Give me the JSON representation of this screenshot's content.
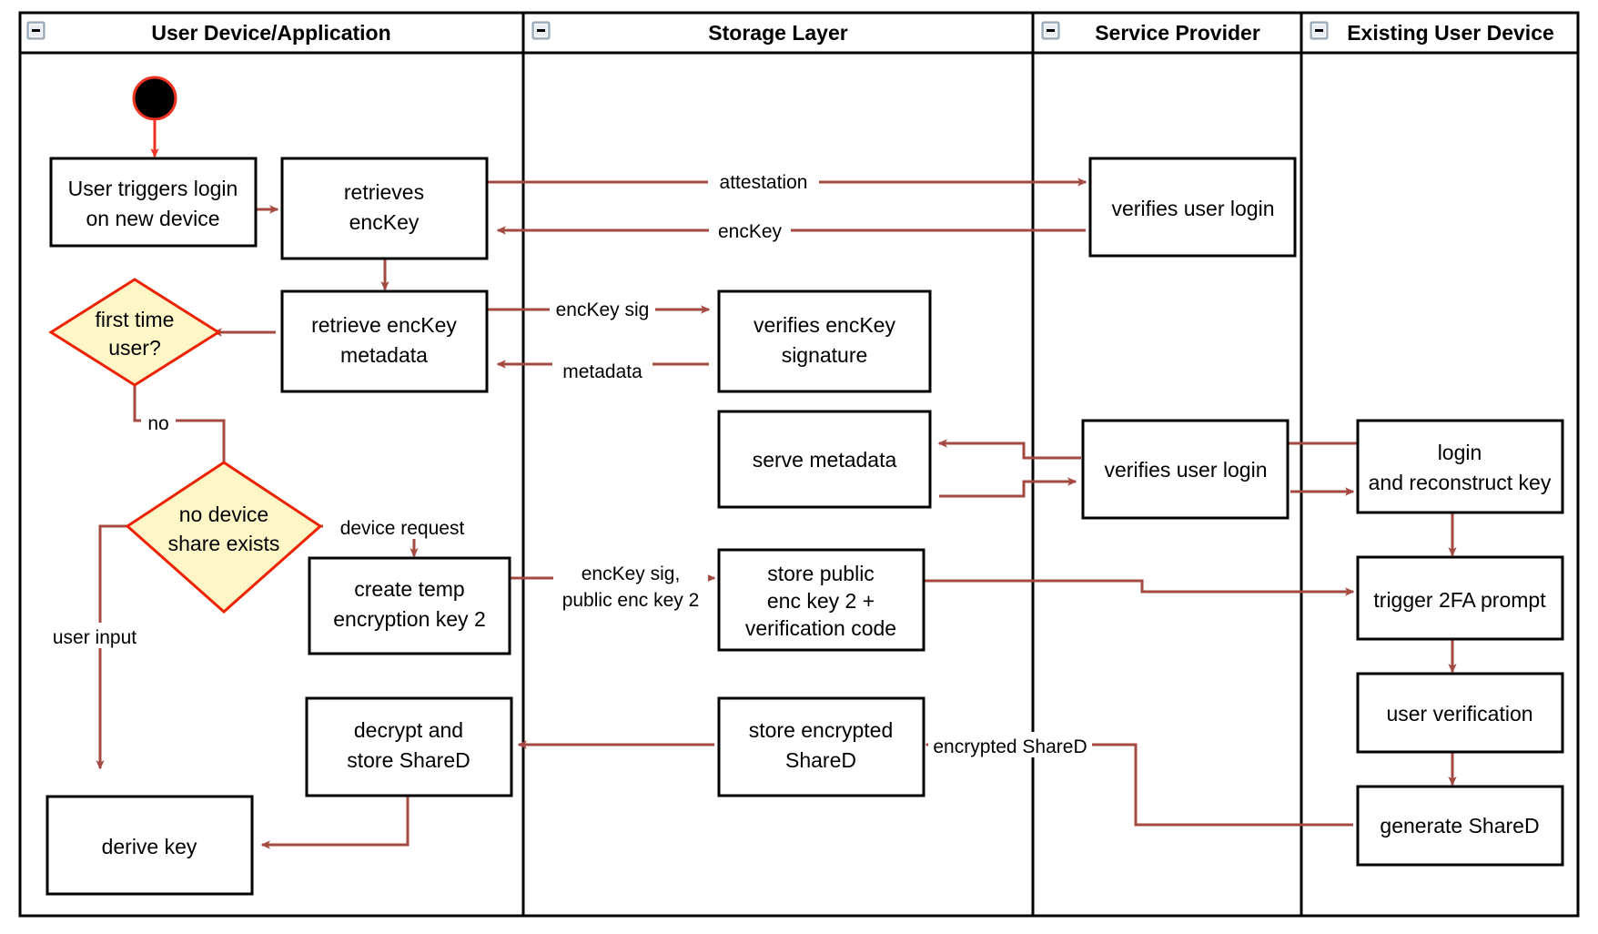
{
  "diagram": {
    "title": "Key recovery / device share activity diagram",
    "type": "uml-activity-swimlane",
    "colors": {
      "flow_arrow": "#a54a42",
      "start_arrow": "#ee3322",
      "decision_fill": "#fff6c8",
      "decision_stroke": "#ee2200",
      "node_fill": "#ffffff",
      "node_stroke": "#000000",
      "lane_stroke": "#000000"
    },
    "lanes": [
      {
        "id": "lane-user-device",
        "label": "User Device/Application",
        "collapse_icon": "collapse-minus-icon"
      },
      {
        "id": "lane-storage",
        "label": "Storage Layer",
        "collapse_icon": "collapse-minus-icon"
      },
      {
        "id": "lane-service-provider",
        "label": "Service Provider",
        "collapse_icon": "collapse-minus-icon"
      },
      {
        "id": "lane-existing-device",
        "label": "Existing User Device",
        "collapse_icon": "collapse-minus-icon"
      }
    ],
    "start_node": {
      "id": "start",
      "shape": "initial-node"
    },
    "nodes": [
      {
        "id": "n-user-triggers-login",
        "lane": "lane-user-device",
        "shape": "action",
        "lines": [
          "User triggers login",
          "on new device"
        ]
      },
      {
        "id": "n-retrieves-enckey",
        "lane": "lane-user-device",
        "shape": "action",
        "lines": [
          "retrieves",
          "encKey"
        ]
      },
      {
        "id": "n-retrieve-enckey-metadata",
        "lane": "lane-user-device",
        "shape": "action",
        "lines": [
          "retrieve encKey",
          "metadata"
        ]
      },
      {
        "id": "n-first-time-user",
        "lane": "lane-user-device",
        "shape": "decision",
        "lines": [
          "first time",
          "user?"
        ]
      },
      {
        "id": "n-no-device-share-exists",
        "lane": "lane-user-device",
        "shape": "decision",
        "lines": [
          "no device",
          "share exists"
        ]
      },
      {
        "id": "n-create-temp-key",
        "lane": "lane-user-device",
        "shape": "action",
        "lines": [
          "create temp",
          "encryption key 2"
        ]
      },
      {
        "id": "n-decrypt-store-shared",
        "lane": "lane-user-device",
        "shape": "action",
        "lines": [
          "decrypt and",
          "store ShareD"
        ]
      },
      {
        "id": "n-derive-key",
        "lane": "lane-user-device",
        "shape": "action",
        "lines": [
          "derive key"
        ]
      },
      {
        "id": "n-verifies-enckey-signature",
        "lane": "lane-storage",
        "shape": "action",
        "lines": [
          "verifies encKey",
          "signature"
        ]
      },
      {
        "id": "n-serve-metadata",
        "lane": "lane-storage",
        "shape": "action",
        "lines": [
          "serve metadata"
        ]
      },
      {
        "id": "n-store-public-enc-key-2",
        "lane": "lane-storage",
        "shape": "action",
        "lines": [
          "store public",
          "enc key 2 +",
          "verification code"
        ]
      },
      {
        "id": "n-store-encrypted-shared",
        "lane": "lane-storage",
        "shape": "action",
        "lines": [
          "store encrypted",
          "ShareD"
        ]
      },
      {
        "id": "n-verifies-user-login-1",
        "lane": "lane-service-provider",
        "shape": "action",
        "lines": [
          "verifies user login"
        ]
      },
      {
        "id": "n-verifies-user-login-2",
        "lane": "lane-service-provider",
        "shape": "action",
        "lines": [
          "verifies user login"
        ]
      },
      {
        "id": "n-login-reconstruct-key",
        "lane": "lane-existing-device",
        "shape": "action",
        "lines": [
          "login",
          "and reconstruct key"
        ]
      },
      {
        "id": "n-trigger-2fa-prompt",
        "lane": "lane-existing-device",
        "shape": "action",
        "lines": [
          "trigger 2FA prompt"
        ]
      },
      {
        "id": "n-user-verification",
        "lane": "lane-existing-device",
        "shape": "action",
        "lines": [
          "user verification"
        ]
      },
      {
        "id": "n-generate-shared",
        "lane": "lane-existing-device",
        "shape": "action",
        "lines": [
          "generate ShareD"
        ]
      }
    ],
    "edge_labels": [
      {
        "id": "edge-attestation",
        "text": "attestation"
      },
      {
        "id": "edge-enckey",
        "text": "encKey"
      },
      {
        "id": "edge-enckey-sig",
        "text": "encKey sig"
      },
      {
        "id": "edge-metadata",
        "text": "metadata"
      },
      {
        "id": "edge-no",
        "text": "no"
      },
      {
        "id": "edge-device-request",
        "text": "device request"
      },
      {
        "id": "edge-enckey-sig-public-1",
        "text": "encKey sig,"
      },
      {
        "id": "edge-enckey-sig-public-2",
        "text": "public enc key 2"
      },
      {
        "id": "edge-user-input",
        "text": "user input"
      },
      {
        "id": "edge-encrypted-shared",
        "text": "encrypted ShareD"
      }
    ]
  }
}
